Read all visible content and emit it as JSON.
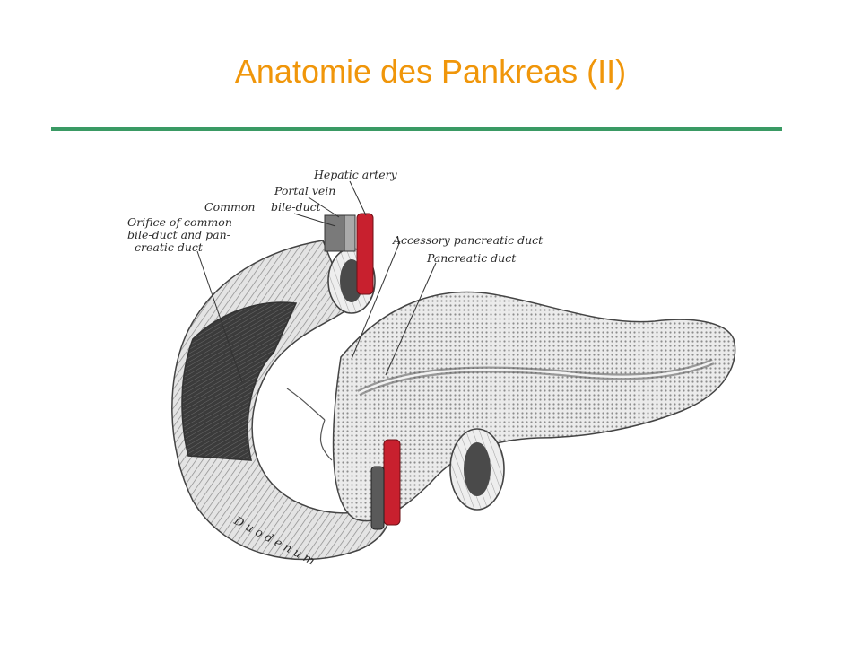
{
  "slide": {
    "title": "Anatomie des Pankreas (II)"
  },
  "colors": {
    "title": "#f0960a",
    "rule": "#3a9a64",
    "artery": "#c8202e",
    "ink": "#2a2a2a"
  },
  "figure": {
    "labels": {
      "hepatic_artery": "Hepatic artery",
      "portal_vein": "Portal vein",
      "common_bile_duct_1": "Common",
      "common_bile_duct_2": "bile-duct",
      "orifice_1": "Orifice of common",
      "orifice_2": "bile-duct and pan-",
      "orifice_3": "creatic duct",
      "accessory_pancreatic_duct": "Accessory pancreatic duct",
      "pancreatic_duct": "Pancreatic duct",
      "duodenum": "Duodenum"
    }
  }
}
